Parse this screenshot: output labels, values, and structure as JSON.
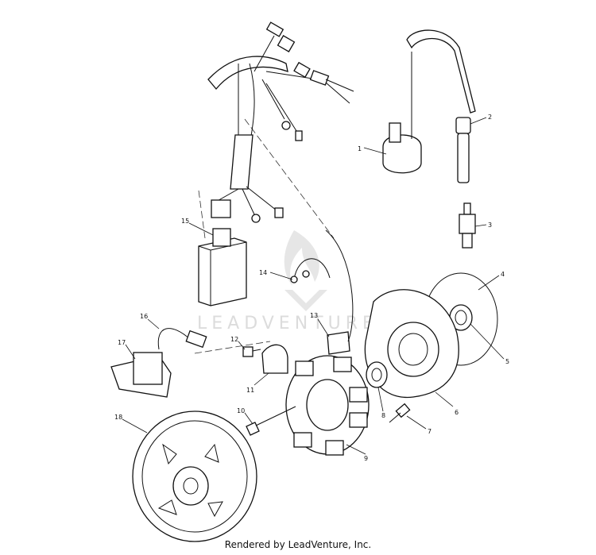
{
  "watermark": "LEADVENTURE",
  "footer": "Rendered by LeadVenture, Inc.",
  "callouts": [
    "1",
    "2",
    "3",
    "4",
    "5",
    "6",
    "7",
    "8",
    "9",
    "10",
    "11",
    "12",
    "13",
    "14",
    "15",
    "16",
    "17",
    "18"
  ]
}
